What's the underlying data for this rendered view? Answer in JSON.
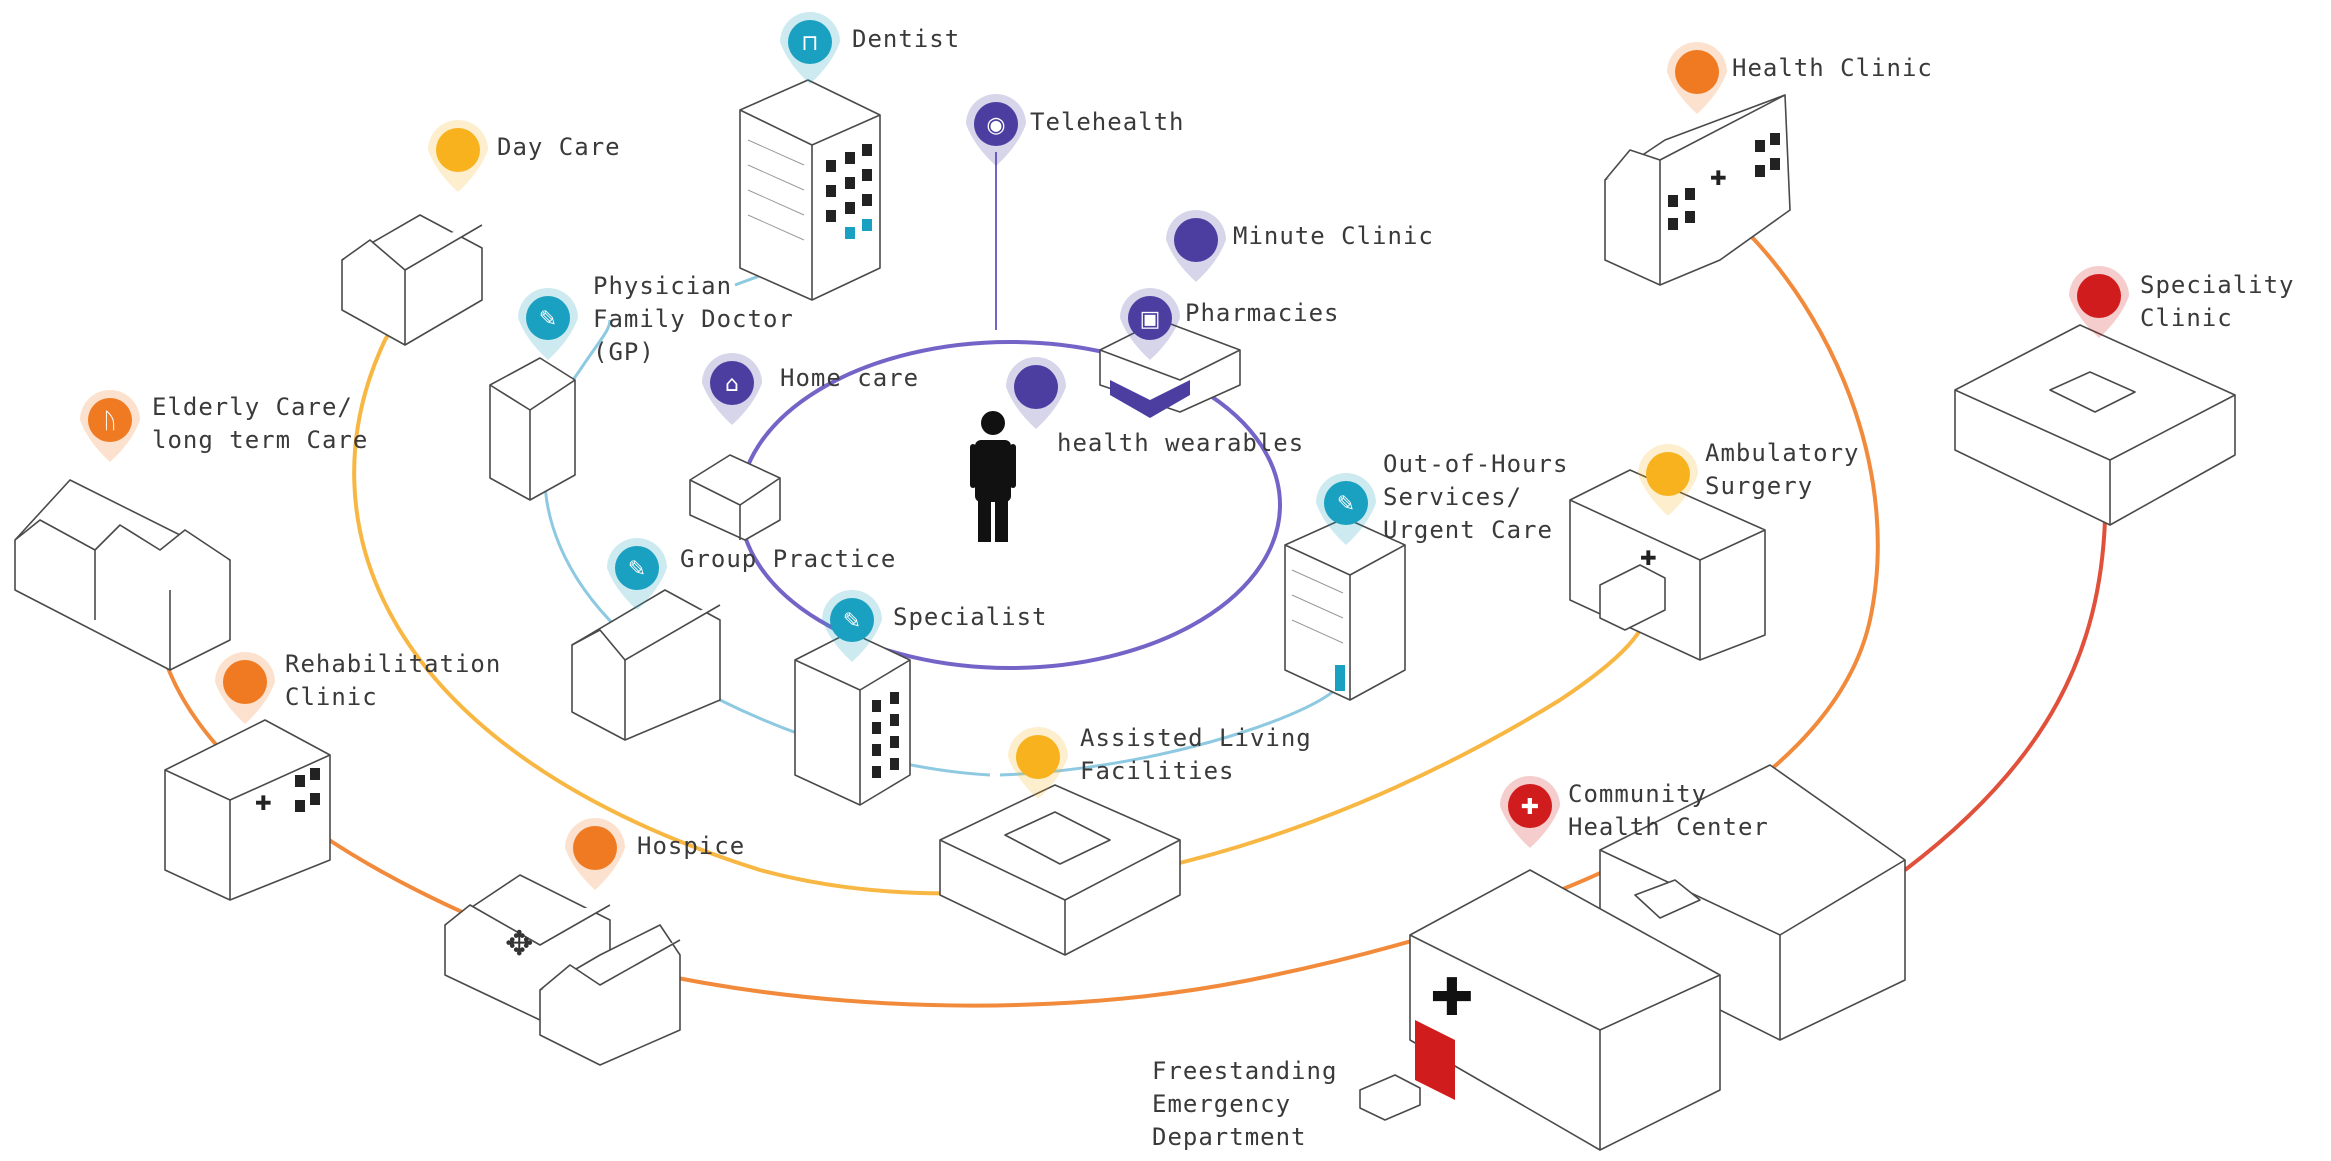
{
  "colors": {
    "teal": "#1aa0c0",
    "purple": "#4b3ea0",
    "yellow": "#f7b21e",
    "orange": "#f07a21",
    "red": "#d01c1c",
    "ring_purple": "#7464c8",
    "ring_teal": "#8ec9e2",
    "ring_yellow": "#f8b743",
    "ring_orange": "#f28a3c",
    "ring_red": "#e0503a"
  },
  "diagram": {
    "center": "patient-figure",
    "locations": [
      {
        "id": "dentist",
        "label": "Dentist",
        "color": "teal",
        "icon": "tooth-icon"
      },
      {
        "id": "telehealth",
        "label": "Telehealth",
        "color": "purple",
        "icon": "wifi-icon"
      },
      {
        "id": "minute-clinic",
        "label": "Minute Clinic",
        "color": "purple",
        "icon": "dot-icon"
      },
      {
        "id": "pharmacies",
        "label": "Pharmacies",
        "color": "purple",
        "icon": "lock-icon"
      },
      {
        "id": "day-care",
        "label": "Day Care",
        "color": "yellow",
        "icon": "dot-icon"
      },
      {
        "id": "physician",
        "label": "Physician\nFamily Doctor\n(GP)",
        "color": "teal",
        "icon": "stethoscope-icon"
      },
      {
        "id": "home-care",
        "label": "Home care",
        "color": "purple",
        "icon": "house-icon"
      },
      {
        "id": "health-wearables",
        "label": "health wearables",
        "color": "purple",
        "icon": "dot-icon"
      },
      {
        "id": "elderly-care",
        "label": "Elderly Care/\nlong term Care",
        "color": "orange",
        "icon": "walker-icon"
      },
      {
        "id": "group-practice",
        "label": "Group Practice",
        "color": "teal",
        "icon": "stethoscope-icon"
      },
      {
        "id": "specialist",
        "label": "Specialist",
        "color": "teal",
        "icon": "stethoscope-icon"
      },
      {
        "id": "out-of-hours",
        "label": "Out-of-Hours\nServices/\nUrgent Care",
        "color": "teal",
        "icon": "stethoscope-icon"
      },
      {
        "id": "ambulatory-surgery",
        "label": "Ambulatory\nSurgery",
        "color": "yellow",
        "icon": "dot-icon"
      },
      {
        "id": "health-clinic",
        "label": "Health Clinic",
        "color": "orange",
        "icon": "dot-icon"
      },
      {
        "id": "speciality-clinic",
        "label": "Speciality\nClinic",
        "color": "red",
        "icon": "dot-icon"
      },
      {
        "id": "rehabilitation-clinic",
        "label": "Rehabilitation\nClinic",
        "color": "orange",
        "icon": "dot-icon"
      },
      {
        "id": "assisted-living",
        "label": "Assisted Living\nFacilities",
        "color": "yellow",
        "icon": "dot-icon"
      },
      {
        "id": "hospice",
        "label": "Hospice",
        "color": "orange",
        "icon": "dot-icon"
      },
      {
        "id": "community-health-center",
        "label": "Community\nHealth Center",
        "color": "red",
        "icon": "medical-cross-icon"
      },
      {
        "id": "freestanding-ed",
        "label": "Freestanding\nEmergency\nDepartment",
        "color": "none",
        "icon": "none"
      }
    ]
  }
}
